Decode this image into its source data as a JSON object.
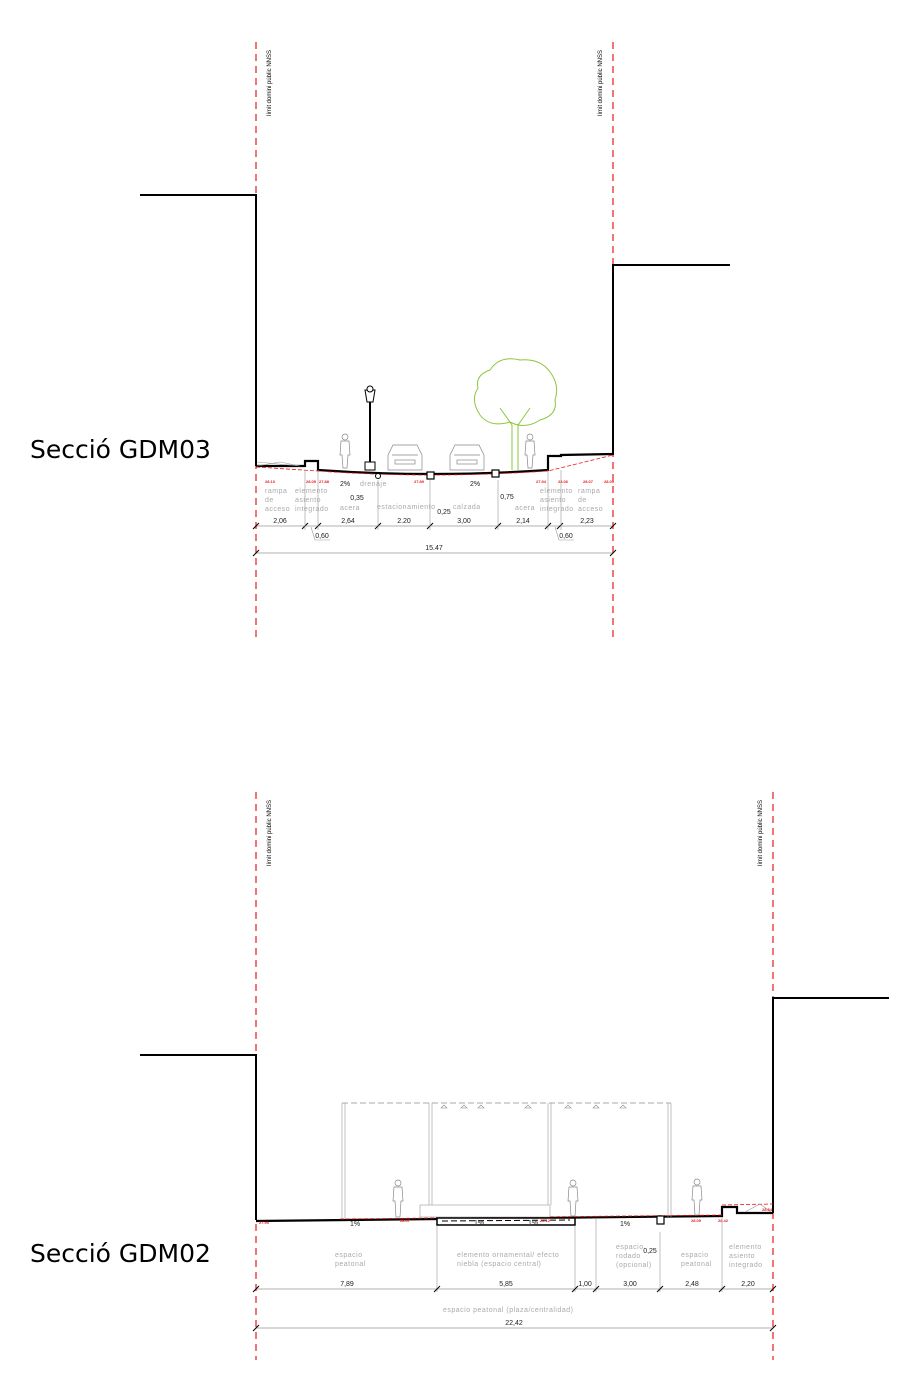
{
  "limit_label": "límit domini públic NNSS",
  "section_top": {
    "title": "Secció GDM03",
    "slopes": [
      "2%",
      "2%"
    ],
    "elevations": [
      "28.10",
      "28.05",
      "27.88",
      "27.89",
      "27.94",
      "28.06",
      "28.07",
      "28.09"
    ],
    "zones": [
      "rampa\nde\nacceso",
      "elemento\nasiento\nintegrado",
      "acera",
      "drenaje",
      "estacionamiento",
      "calzada",
      "acera",
      "elemento\nasiento\nintegrado",
      "rampa\nde\nacceso"
    ],
    "dimensions": [
      "2,06",
      "2,64",
      "2.20",
      "3,00",
      "2,14",
      "2,23"
    ],
    "callouts": [
      "0,35",
      "0,25",
      "0,75",
      "0,60",
      "0,60"
    ],
    "total": "15.47"
  },
  "section_bottom": {
    "title": "Secció GDM02",
    "slopes": [
      "1%",
      "1%",
      "1%",
      "1%"
    ],
    "elevations": [
      "27.90",
      "28.07",
      "28.12",
      "28.09",
      "28.42",
      "28.54"
    ],
    "zones": [
      "espacio peatonal",
      "elemento ornamental/ efecto niebla (espacio central)",
      "espacio rodado (opcional)",
      "espacio peatonal",
      "elemento asiento integrado"
    ],
    "dimensions": [
      "7,89",
      "5,85",
      "1,00",
      "3,00",
      "2,48",
      "2,20"
    ],
    "callouts": [
      "0,25"
    ],
    "overall_label": "espacio peatonal (plaza/centralidad)",
    "total": "22,42"
  }
}
